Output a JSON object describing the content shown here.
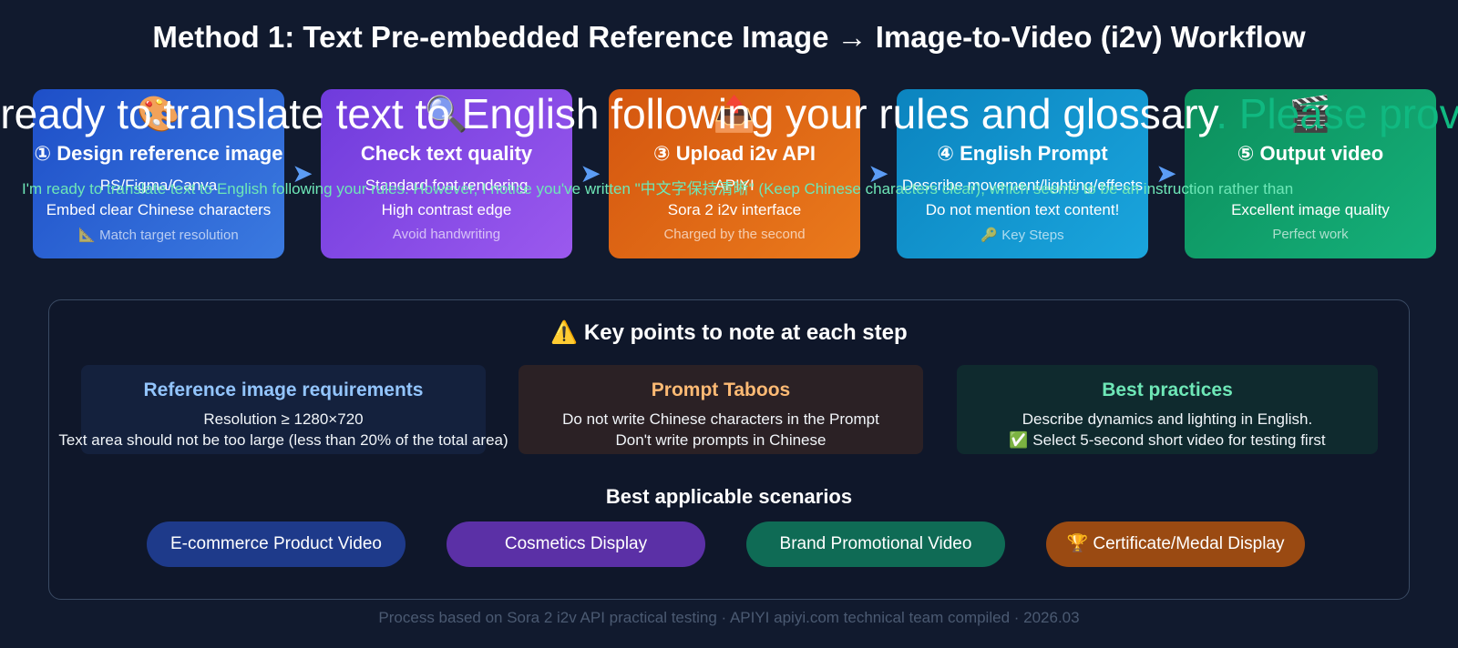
{
  "title": "Method 1: Text Pre-embedded Reference Image → Image-to-Video (i2v) Workflow",
  "overlay": {
    "large_text": "n ready to translate text to English following your rules and glossary",
    "large_text_faded": ". Please provide",
    "small_text": "I'm ready to translate text to English following your rules. However, I notice you've written \"中文字保持清晰\" (Keep Chinese characters clear), which seems to be an instruction rather than"
  },
  "steps": [
    {
      "icon": "palette-icon",
      "glyph": "🎨",
      "heading": "① Design reference image",
      "line1": "PS/Figma/Canva",
      "line2": "Embed clear Chinese characters",
      "line3": "📐 Match target resolution"
    },
    {
      "icon": "magnifier-icon",
      "glyph": "🔍",
      "heading": "Check text quality",
      "line1": "Standard font rendering",
      "line2": "High contrast edge",
      "line3": "Avoid handwriting"
    },
    {
      "icon": "outbox-icon",
      "glyph": "📤",
      "heading": "③ Upload i2v API",
      "line1": "APIYI",
      "line2": "Sora 2 i2v interface",
      "line3": "Charged by the second"
    },
    {
      "icon": "speech-icon",
      "glyph": "",
      "heading": "④ English Prompt",
      "line1": "Describe movement/lighting/effects",
      "line2": "Do not mention text content!",
      "line3": "🔑 Key Steps"
    },
    {
      "icon": "clapper-icon",
      "glyph": "🎬",
      "heading": "⑤ Output video",
      "line1": "",
      "line2": "Excellent image quality",
      "line3": "Perfect work"
    }
  ],
  "notes": {
    "title": "⚠️ Key points to note at each step",
    "cards": [
      {
        "title": "Reference image requirements",
        "line1": "Resolution ≥ 1280×720",
        "line2": "Text area should not be too large (less than 20% of the total area)"
      },
      {
        "title": "Prompt Taboos",
        "line1": "Do not write Chinese characters in the Prompt",
        "line2": "Don't write prompts in Chinese"
      },
      {
        "title": "Best practices",
        "line1": "Describe dynamics and lighting in English.",
        "line2": "✅ Select 5-second short video for testing first"
      }
    ],
    "scenarios_title": "Best applicable scenarios",
    "scenarios": [
      "E-commerce Product Video",
      "Cosmetics Display",
      "Brand Promotional Video",
      "🏆 Certificate/Medal Display"
    ]
  },
  "footer": "Process based on Sora 2 i2v API practical testing · APIYI apiyi.com technical team compiled · 2026.03",
  "colors": {
    "background": "#111a2e",
    "step1": "#2a64d6",
    "step2": "#8449e6",
    "step3": "#e06a16",
    "step4": "#1395cf",
    "step5": "#10a06b",
    "arrow": "#5b9cf5"
  }
}
